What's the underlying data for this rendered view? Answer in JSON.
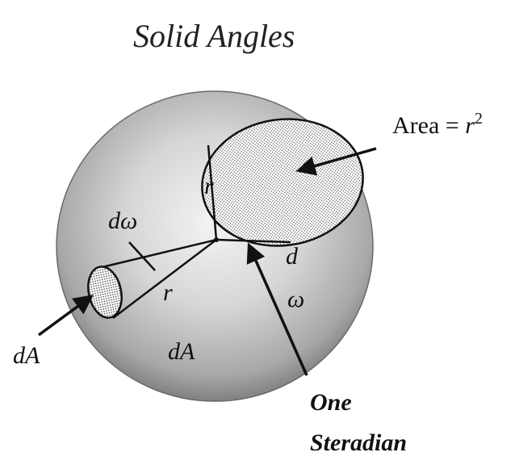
{
  "diagram": {
    "title": "Solid Angles",
    "labels": {
      "area_prefix": "Area = ",
      "area_var": "r",
      "area_exp": "2",
      "radius_upper": "r",
      "radius_lower": "r",
      "d_omega": "dω",
      "d_right": "d",
      "omega": "ω",
      "dA_outside": "dA",
      "dA_inside": "dA",
      "one": "One",
      "steradian": "Steradian"
    },
    "colors": {
      "sphere_light": "#f2f2f2",
      "sphere_dark": "#7a7a7a",
      "patch_fill": "#ffffff",
      "ink": "#111111"
    }
  }
}
